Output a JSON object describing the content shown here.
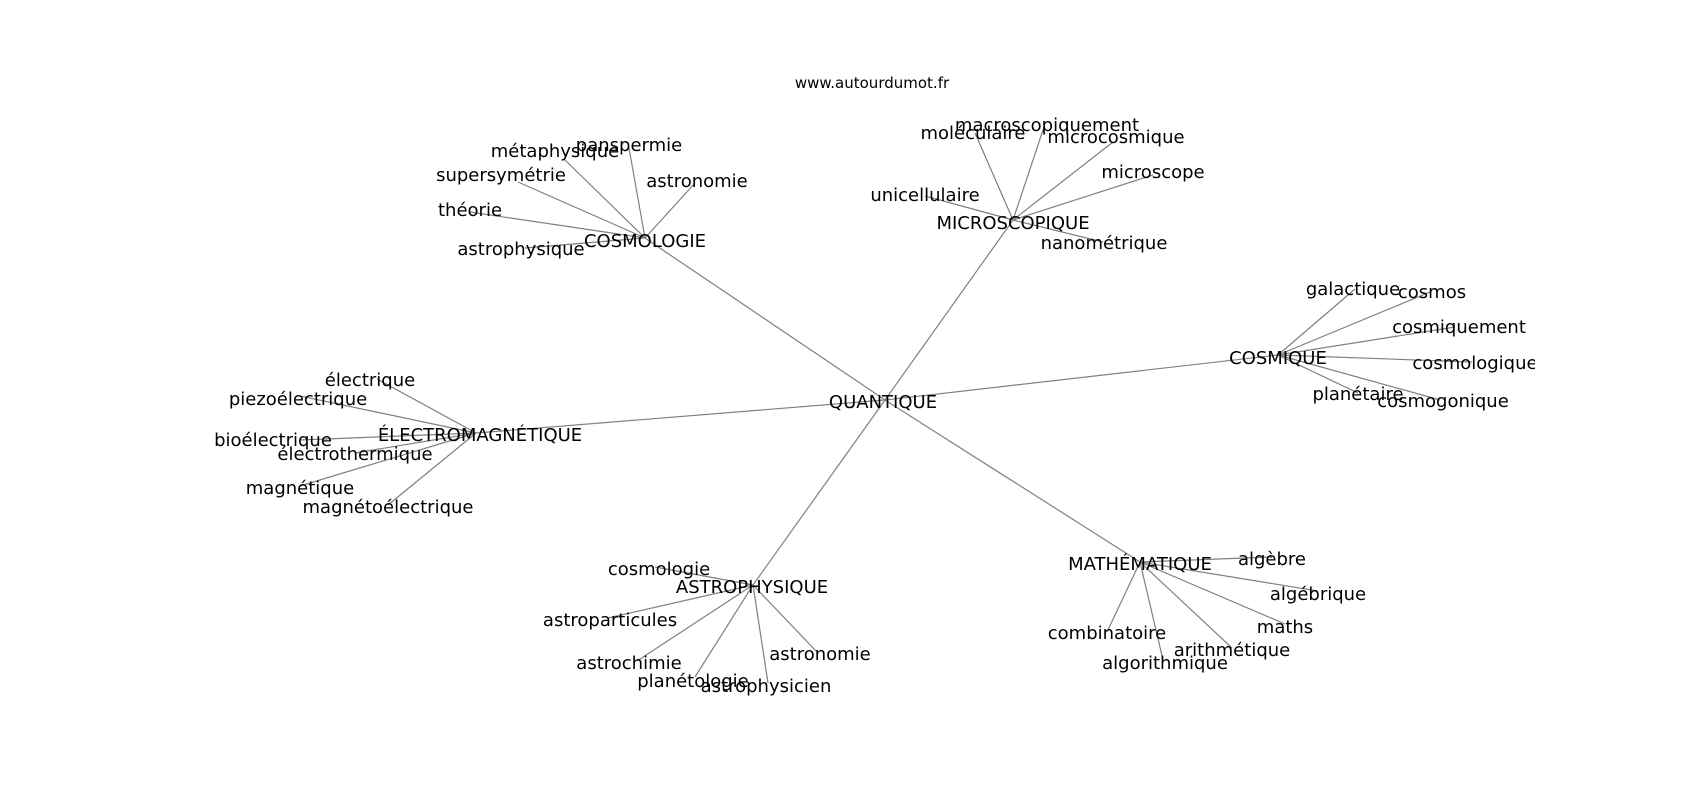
{
  "site_label": "www.autourdumot.fr",
  "nodes": {
    "quantique": "QUANTIQUE",
    "cosmologie_hub": "COSMOLOGIE",
    "microscopique": "MICROSCOPIQUE",
    "cosmique": "COSMIQUE",
    "electromagnetique": "ÉLECTROMAGNÉTIQUE",
    "astrophysique_hub": "ASTROPHYSIQUE",
    "mathematique": "MATHÉMATIQUE",
    "metaphysique": "métaphysique",
    "panspermie": "panspermie",
    "supersymetrie": "supersymétrie",
    "astronomie_cosmo": "astronomie",
    "theorie": "théorie",
    "astrophysique_leaf": "astrophysique",
    "moleculaire": "moléculaire",
    "macroscopiquement": "macroscopiquement",
    "microcosmique": "microcosmique",
    "microscope": "microscope",
    "unicellulaire": "unicellulaire",
    "nanometrique": "nanométrique",
    "galactique": "galactique",
    "cosmos": "cosmos",
    "cosmiquement": "cosmiquement",
    "cosmologique": "cosmologique",
    "planetaire": "planétaire",
    "cosmogonique": "cosmogonique",
    "electrique": "électrique",
    "piezoelectrique": "piezoélectrique",
    "bioelectrique": "bioélectrique",
    "electrothermique": "électrothermique",
    "magnetique": "magnétique",
    "magnetoelectrique": "magnétoélectrique",
    "cosmologie_leaf": "cosmologie",
    "astroparticules": "astroparticules",
    "astrochimie": "astrochimie",
    "astronomie_astro": "astronomie",
    "planetologie": "planétologie",
    "astrophysicien": "astrophysicien",
    "algebre": "algèbre",
    "algebrique": "algébrique",
    "maths": "maths",
    "combinatoire": "combinatoire",
    "arithmetique": "arithmétique",
    "algorithmique": "algorithmique"
  }
}
